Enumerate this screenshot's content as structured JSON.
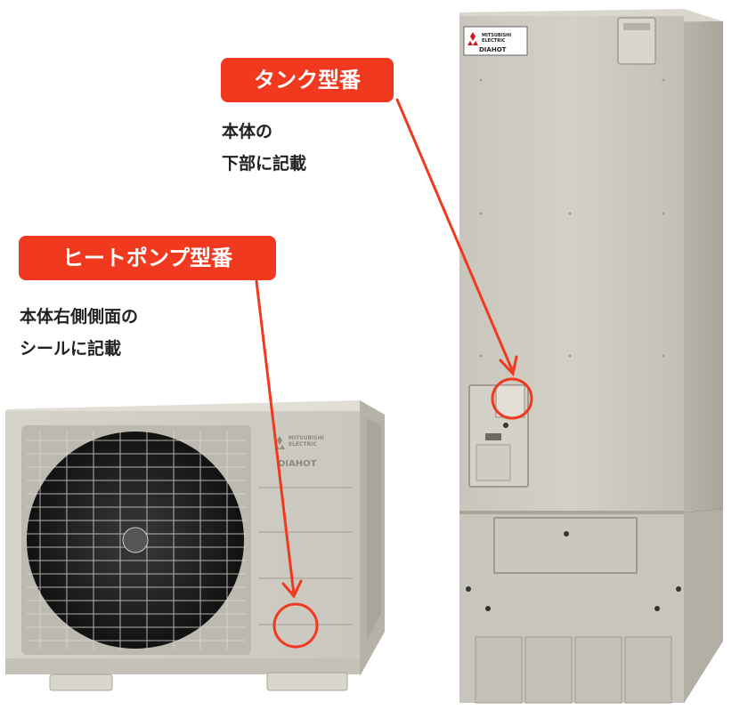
{
  "tank": {
    "tag_label": "タンク型番",
    "note_line1": "本体の",
    "note_line2": "下部に記載",
    "brand_line1": "MITSUBISHI",
    "brand_line2": "ELECTRIC",
    "product_name": "DIAHOT"
  },
  "heat_pump": {
    "tag_label": "ヒートポンプ型番",
    "note_line1": "本体右側側面の",
    "note_line2": "シールに記載",
    "brand_line1": "MITSUBISHI",
    "brand_line2": "ELECTRIC",
    "product_name": "DIAHOT"
  },
  "colors": {
    "accent": "#f0391f",
    "unit_body": "#cfccc3",
    "unit_shadow": "#b9b5ab",
    "text": "#222222"
  }
}
